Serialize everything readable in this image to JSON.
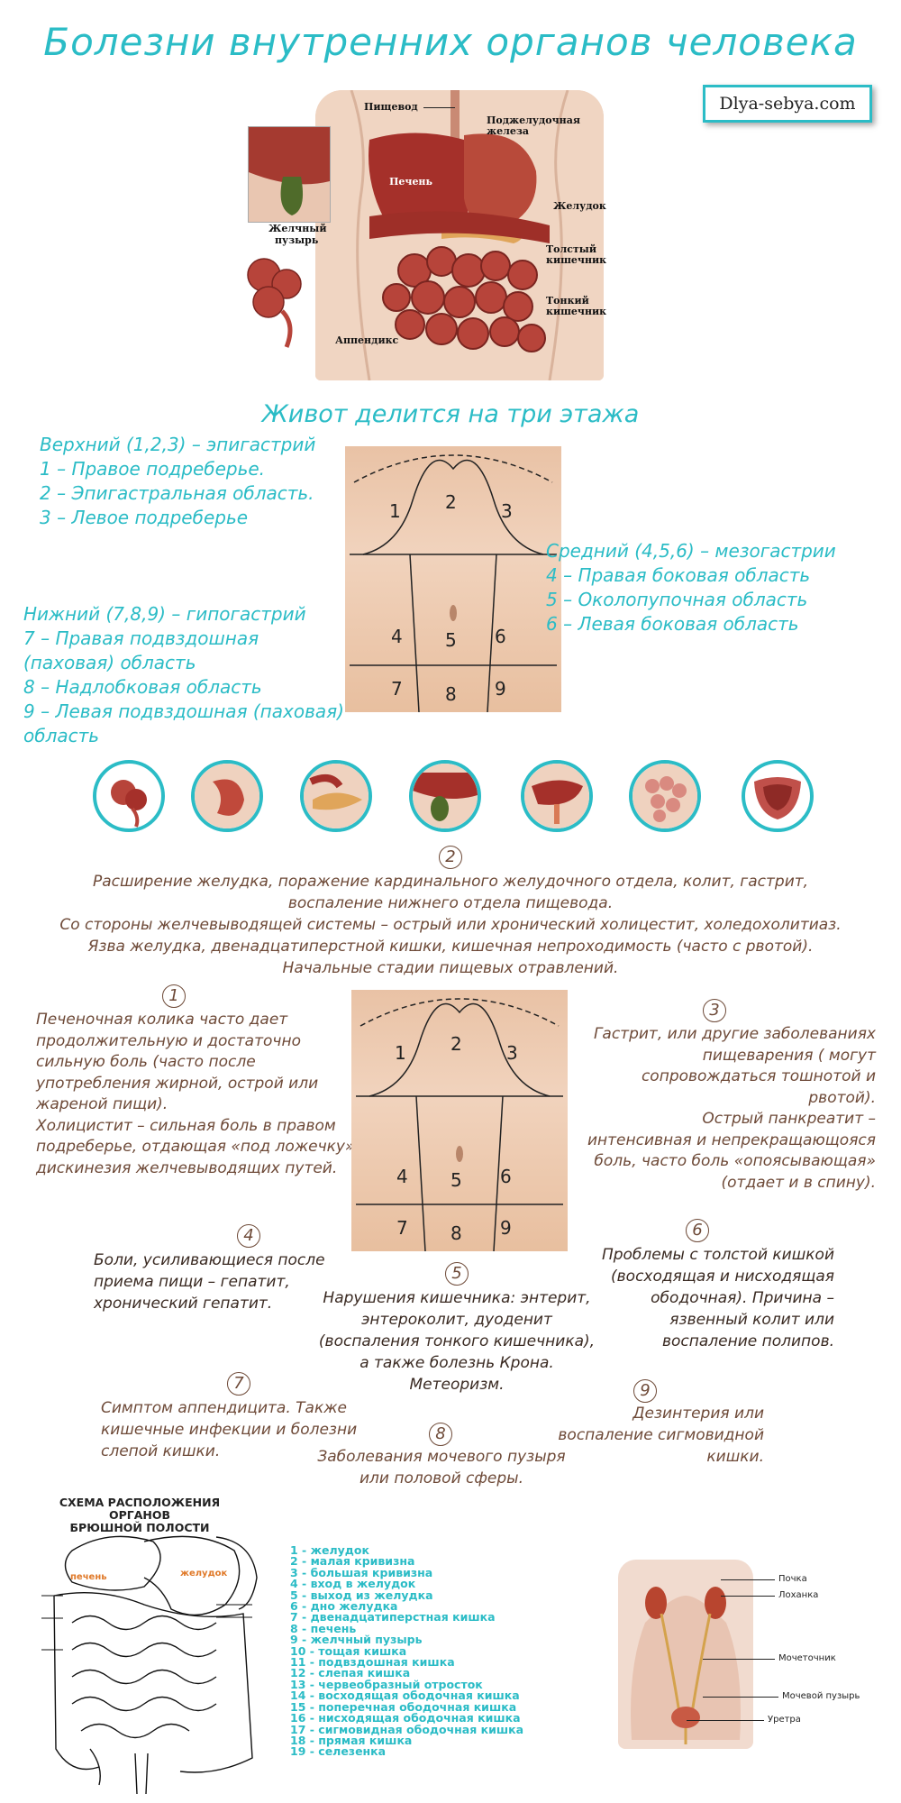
{
  "title": "Болезни внутренних органов человека",
  "brand": "Dlya-sebya.com",
  "organ_labels": {
    "esophagus": "Пищевод",
    "pancreas_1": "Поджелудочная",
    "pancreas_2": "железа",
    "liver": "Печень",
    "stomach": "Желудок",
    "gallbladder_1": "Желчный",
    "gallbladder_2": "пузырь",
    "colon_1": "Толстый",
    "colon_2": "кишечник",
    "smallint_1": "Тонкий",
    "smallint_2": "кишечник",
    "appendix": "Аппендикс"
  },
  "floors_heading": "Живот делится на три этажа",
  "upper": [
    "Верхний (1,2,3) – эпигастрий",
    "1 – Правое подреберье.",
    "2 – Эпигастральная область.",
    "3 – Левое подреберье"
  ],
  "middle": [
    "Средний (4,5,6) – мезогастрии",
    "4 – Правая боковая область",
    "5 – Околопупочная область",
    "6 – Левая боковая область"
  ],
  "lower": [
    "Нижний (7,8,9) – гипогастрий",
    "7 – Правая подвздошная",
    "(паховая) область",
    "8 – Надлобковая область",
    "9 – Левая подвздошная (паховая)",
    "область"
  ],
  "regions": [
    "1",
    "2",
    "3",
    "4",
    "5",
    "6",
    "7",
    "8",
    "9"
  ],
  "zone2": {
    "num": "2",
    "lines": [
      "Расширение желудка, поражение кардинального желудочного отдела, колит, гастрит,",
      "воспаление нижнего отдела пищевода.",
      "Со стороны желчевыводящей системы – острый или хронический холицестит, холедохолитиаз.",
      "Язва желудка, двенадцатиперстной кишки, кишечная непроходимость (часто с рвотой).",
      "Начальные стадии пищевых отравлений."
    ]
  },
  "zone1": {
    "num": "1",
    "lines": [
      "Печеночная колика часто дает",
      "продолжительную и достаточно",
      "сильную боль (часто после",
      "употребления жирной, острой или",
      "жареной пищи).",
      "Холицистит – сильная боль в правом",
      "подреберье, отдающая «под ложечку»,",
      "дискинезия желчевыводящих путей."
    ]
  },
  "zone3": {
    "num": "3",
    "lines": [
      "Гастрит, или другие заболеваниях",
      "пищеварения ( могут",
      "сопровождаться тошнотой и",
      "рвотой).",
      "Острый панкреатит –",
      "интенсивная и непрекращающояся",
      "боль, часто боль «опоясывающая»",
      "(отдает и в спину)."
    ]
  },
  "zone4": {
    "num": "4",
    "lines": [
      "Боли, усиливающиеся после",
      "приема пищи – гепатит,",
      "хронический гепатит."
    ]
  },
  "zone5": {
    "num": "5",
    "lines": [
      "Нарушения кишечника: энтерит,",
      "энтероколит, дуоденит",
      "(воспаления тонкого кишечника),",
      "а также болезнь Крона.",
      "Метеоризм."
    ]
  },
  "zone6": {
    "num": "6",
    "lines": [
      "Проблемы с толстой кишкой",
      "(восходящая и нисходящая",
      "ободочная). Причина –",
      "язвенный колит или",
      "воспаление полипов."
    ]
  },
  "zone7": {
    "num": "7",
    "lines": [
      "Симптом аппендицита. Также",
      "кишечные инфекции и болезни",
      "слепой кишки."
    ]
  },
  "zone8": {
    "num": "8",
    "lines": [
      "Заболевания мочевого пузыря",
      "или половой сферы."
    ]
  },
  "zone9": {
    "num": "9",
    "lines": [
      "Дезинтерия или",
      "воспаление сигмовидной",
      "кишки."
    ]
  },
  "schema": {
    "title_1": "СХЕМА РАСПОЛОЖЕНИЯ ОРГАНОВ",
    "title_2": "БРЮШНОЙ ПОЛОСТИ",
    "tag_liver": "печень",
    "tag_stomach": "желудок",
    "legend": [
      "1 - желудок",
      "2 - малая кривизна",
      "3 - большая кривизна",
      "4 - вход в желудок",
      "5 - выход из желудка",
      "6 - дно желудка",
      "7 - двенадцатиперстная кишка",
      "8 - печень",
      "9 - желчный пузырь",
      "10 - тощая кишка",
      "11 - подвздошная кишка",
      "12 - слепая кишка",
      "13 - червеобразный отросток",
      "14 - восходящая ободочная кишка",
      "15 - поперечная ободочная кишка",
      "16 - нисходящая ободочная кишка",
      "17 - сигмовидная ободочная кишка",
      "18 - прямая кишка",
      "19 - селезенка"
    ]
  },
  "urinary": {
    "kidney": "Почка",
    "pelvis": "Лоханка",
    "ureter": "Мочеточник",
    "bladder": "Мочевой пузырь",
    "urethra": "Уретра"
  },
  "colors": {
    "accent": "#2bbcc6",
    "brown_text": "#6e4a38",
    "organ_red": "#b83a30"
  }
}
